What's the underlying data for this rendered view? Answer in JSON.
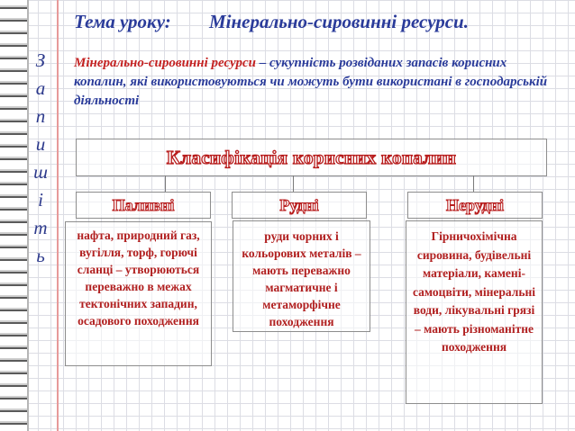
{
  "side_word": [
    "З",
    "а",
    "п",
    "и",
    "ш",
    "і",
    "т",
    "ь"
  ],
  "header": {
    "topic_label": "Тема уроку:",
    "topic_title": "Мінерально-сировинні ресурси."
  },
  "definition": {
    "term": "Мінерально-сировинні ресурси",
    "text": " – сукупність розвіданих запасів корисних копалин, які використовуються чи можуть бути використані в господарській діяльності"
  },
  "classification": {
    "title": "Класифікація корисних копалин",
    "categories": [
      {
        "label": "Паливні",
        "description": "нафта, природний газ, вугілля, торф, горючі сланці – утворюються переважно в межах тектонічних западин, осадового походження"
      },
      {
        "label": "Рудні",
        "description": "руди чорних і кольорових металів – мають переважно магматичне і метаморфічне походження"
      },
      {
        "label": "Нерудні",
        "description": "Гірничохімічна сировина, будівельні матеріали, камені-самоцвіти, мінеральні води, лікувальні грязі – мають різноманітне походження"
      }
    ]
  },
  "colors": {
    "heading_blue": "#2a3b9a",
    "accent_red": "#c42222",
    "margin_red": "#e79a9a",
    "grid": "#dcdde4"
  }
}
